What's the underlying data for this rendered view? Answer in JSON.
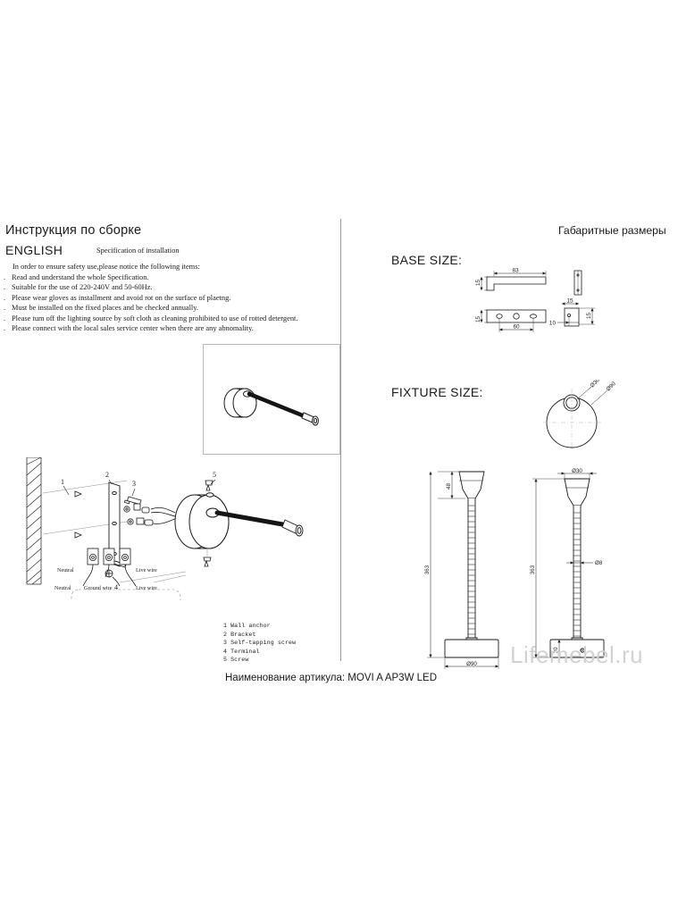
{
  "document": {
    "ru_title": "Инструкция по сборке",
    "language_label": "ENGLISH",
    "spec_subtitle": "Specification of installation",
    "intro": "In order to ensure safety use,please notice the following items:",
    "bullet_marker": ".",
    "instructions": [
      "Read and understand the whole Specification.",
      "Suitable for the use of 220-240V and 50-60Hz.",
      "Please wear gloves as installment and avoid rot on the surface of plaetng.",
      "Must be installed on the fixed places and be checked annually.",
      "Please tum off the lighting source by soft cloth as cleaning prohibited to use of rotted detergent.",
      "Please connect with the local sales service center when there are any abnomality."
    ],
    "parts_list": [
      "1 Wall anchor",
      "2 Bracket",
      "3 Self-tapping screw",
      "4 Terminal",
      "5 Screw"
    ],
    "callout_numbers": [
      "1",
      "2",
      "3",
      "4",
      "5"
    ],
    "wiring_labels": {
      "neutral_top": "Neutral",
      "live_top": "Live wire",
      "neutral_bottom": "Neutral",
      "ground_bottom": "Ground wire",
      "live_bottom": "Live wire"
    },
    "article_label": "Наименование артикула: MOVI A AP3W LED",
    "watermark": "Lifemebel.ru"
  },
  "dimensions_panel": {
    "ru_heading": "Габаритные размеры",
    "base_size_heading": "BASE SIZE:",
    "fixture_size_heading": "FIXTURE SIZE:",
    "base_size": {
      "side_height": "15",
      "top_length": "83",
      "front_height": "15",
      "hole_spacing": "60",
      "end_width": "15",
      "end_height": "15",
      "end_offset": "10"
    },
    "fixture_size": {
      "plan_small_dia": "Ø30",
      "plan_large_dia": "Ø90",
      "head_height": "48",
      "total_height_left": "363",
      "total_height_right": "363",
      "head_dia": "Ø30",
      "gooseneck_dia": "Ø8",
      "base_dia": "Ø90",
      "base_height": "30"
    }
  },
  "colors": {
    "line": "#1a1a1a",
    "thin_line": "#6e6e6e",
    "divider": "#9a9a9a",
    "watermark": "#d2d2d6",
    "background": "#ffffff"
  }
}
